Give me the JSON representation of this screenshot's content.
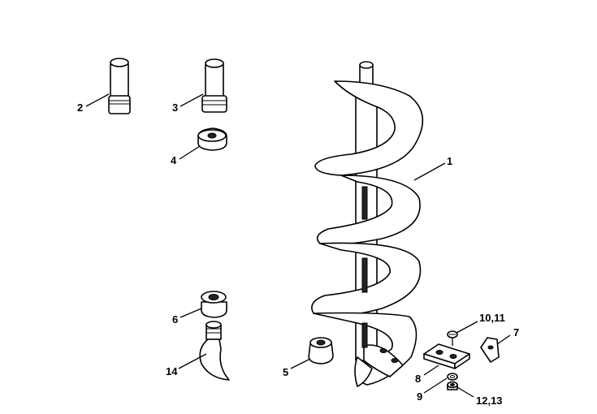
{
  "labels": {
    "p1": "1",
    "p2": "2",
    "p3": "3",
    "p4": "4",
    "p5": "5",
    "p6": "6",
    "p7": "7",
    "p8": "8",
    "p9": "9",
    "p10_11": "10,11",
    "p12_13": "12,13",
    "p14": "14"
  }
}
